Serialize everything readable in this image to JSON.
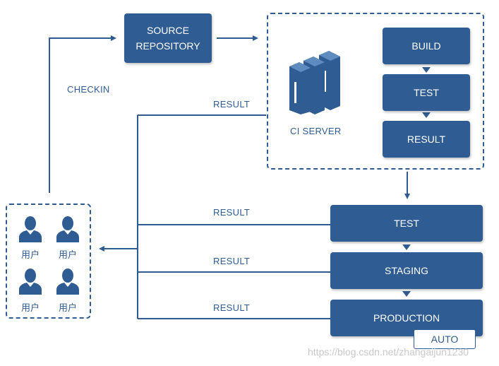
{
  "colors": {
    "primary": "#2f5d93",
    "background": "#ffffff"
  },
  "repo": {
    "line1": "SOURCE",
    "line2": "REPOSITORY"
  },
  "ci": {
    "server_label": "CI SERVER",
    "steps": [
      "BUILD",
      "TEST",
      "RESULT"
    ]
  },
  "deploy": {
    "steps": [
      "TEST",
      "STAGING",
      "PRODUCTION"
    ],
    "auto_label": "AUTO"
  },
  "edges": {
    "checkin": "CHECKIN",
    "result_ci": "RESULT",
    "result_test": "RESULT",
    "result_staging": "RESULT",
    "result_production": "RESULT"
  },
  "users": [
    "用户",
    "用户",
    "用户",
    "用户"
  ],
  "icons": {
    "user": "user-icon",
    "server": "server-rack-icon"
  },
  "watermark": "https://blog.csdn.net/zhangaijun1230"
}
